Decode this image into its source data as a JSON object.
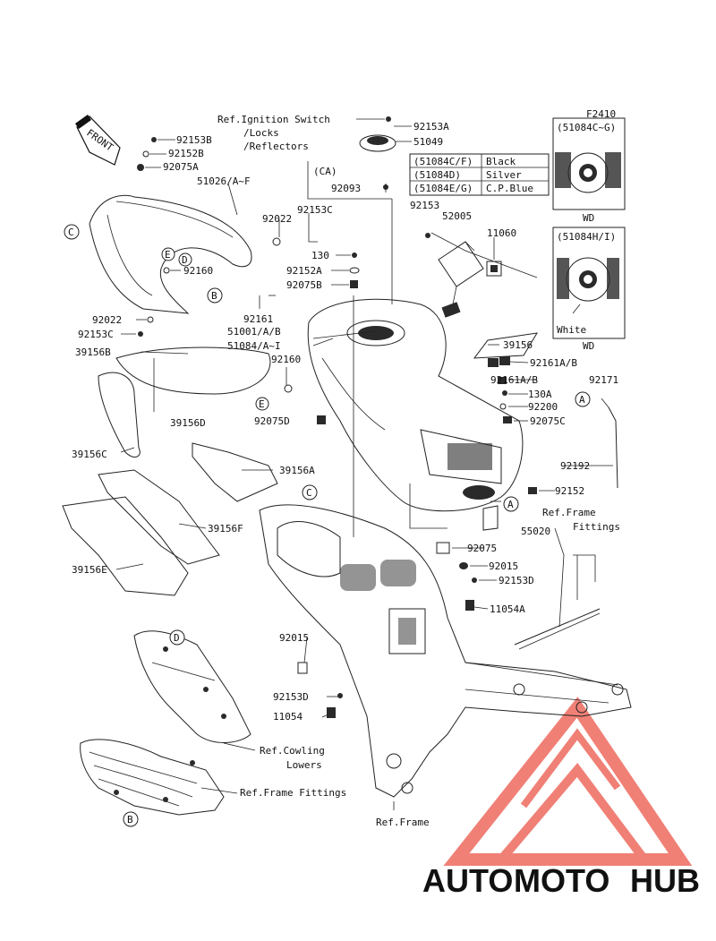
{
  "figure_code": "F2410",
  "front_label": "FRONT",
  "color_table": {
    "rows": [
      {
        "part": "(51084C/F)",
        "color": "Black"
      },
      {
        "part": "(51084D)",
        "color": "Silver"
      },
      {
        "part": "(51084E/G)",
        "color": "C.P.Blue"
      }
    ]
  },
  "cap_panel_1": {
    "header": "(51084C~G)",
    "footer": "WD"
  },
  "cap_panel_2": {
    "header": "(51084H/I)",
    "white": "White",
    "footer": "WD"
  },
  "callouts": {
    "A": "A",
    "B": "B",
    "C": "C",
    "D": "D",
    "E": "E"
  },
  "parts": {
    "p92153B": "92153B",
    "p92152B": "92152B",
    "p92075A": "92075A",
    "p51026": "51026/A~F",
    "p92022a": "92022",
    "p92153C": "92153C",
    "p130": "130",
    "p92152A": "92152A",
    "p92075B": "92075B",
    "p92160a": "92160",
    "p92161": "92161",
    "p92022b": "92022",
    "p92153Cb": "92153C",
    "p39156B": "39156B",
    "p51001": "51001/A/B",
    "p51084": "51084/A~I",
    "p92160b": "92160",
    "p39156D": "39156D",
    "p92075D": "92075D",
    "p39156C": "39156C",
    "p39156A": "39156A",
    "p39156F": "39156F",
    "p39156E": "39156E",
    "p92153A": "92153A",
    "p51049": "51049",
    "pCA": "(CA)",
    "p92093": "92093",
    "p92153": "92153",
    "p52005": "52005",
    "p11060": "11060",
    "p39156": "39156",
    "p92161AB_1": "92161A/B",
    "p92171": "92171",
    "p92161AB_2": "92161A/B",
    "p130A": "130A",
    "p92200": "92200",
    "p92075C": "92075C",
    "p92192": "92192",
    "p92152": "92152",
    "p55020": "55020",
    "p92075": "92075",
    "p92015a": "92015",
    "p92153D": "92153D",
    "p11054A": "11054A",
    "p92015b": "92015",
    "p92153Db": "92153D",
    "p11054": "11054"
  },
  "refs": {
    "ignition_1": "Ref.Ignition Switch",
    "ignition_2": "/Locks",
    "ignition_3": "/Reflectors",
    "frame_fittings_1": "Ref.Frame",
    "frame_fittings_2": "Fittings",
    "cowling_1": "Ref.Cowling",
    "cowling_2": "Lowers",
    "frame_fittings_low": "Ref.Frame Fittings",
    "frame": "Ref.Frame"
  },
  "watermark": {
    "part1": "AUTO",
    "part2": "MOTO",
    "part3": "HUB",
    "colors": {
      "orange": "#f2a33a",
      "red": "#e8483a",
      "gray": "#5a5a5a",
      "logo": "#ee6a5f"
    }
  }
}
